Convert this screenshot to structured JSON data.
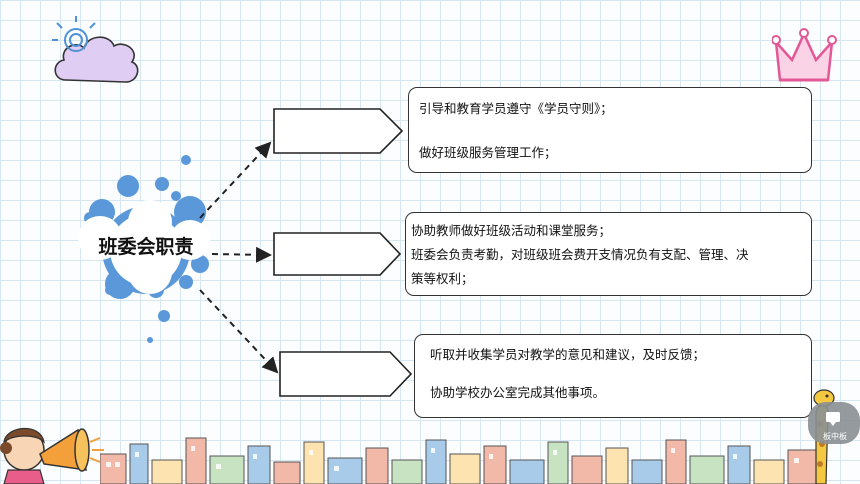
{
  "diagram": {
    "center_label": "班委会职责",
    "branches": [
      {
        "lines": [
          "引导和教育学员遵守《学员守则》；",
          "做好班级服务管理工作；"
        ]
      },
      {
        "lines": [
          "协助教师做好班级活动和课堂服务；",
          "班委会负责考勤，对班级班会费开支情况负有支配、管理、决",
          "策等权利；"
        ]
      },
      {
        "lines": [
          "听取并收集学员对教学的意见和建议，及时反馈；",
          "协助学校办公室完成其他事项。"
        ]
      }
    ]
  },
  "widget": {
    "label": "板中板"
  },
  "colors": {
    "accent_blue": "#5a98d9",
    "line": "#222222",
    "crown_pink": "#ee6aa7",
    "cloud_purple": "#dcc8f0"
  }
}
